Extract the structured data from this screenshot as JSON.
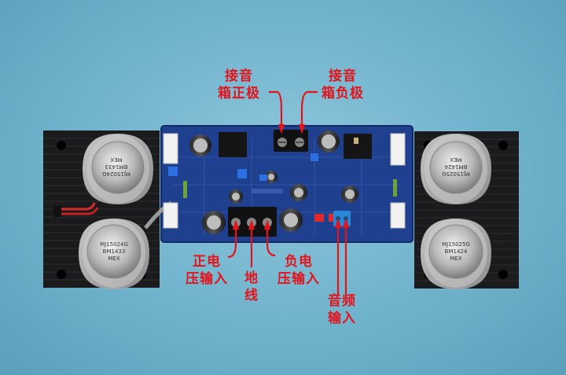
{
  "labels": {
    "speaker_positive": [
      "接音",
      "箱正极"
    ],
    "speaker_negative": [
      "接音",
      "箱负极"
    ],
    "positive_voltage_input": [
      "正电",
      "压输入"
    ],
    "ground": [
      "地",
      "线"
    ],
    "negative_voltage_input": [
      "负电",
      "压输入"
    ],
    "audio_input": [
      "音频",
      "输入"
    ]
  },
  "transistors": {
    "top_left": [
      "MJ15024G",
      "BM1433",
      "MEX"
    ],
    "bottom_left": [
      "MJ15024G",
      "BM1433",
      "MEX"
    ],
    "top_right": [
      "MJ15025G",
      "BM1424",
      "MEX"
    ],
    "bottom_right": [
      "MJ15025G",
      "BM1424",
      "MEX"
    ]
  },
  "colors": {
    "label_red": "#e3141b",
    "pcb_blue": "#1f3f8f",
    "heatsink_black": "#1b1b1d",
    "background": "#7dbbd3"
  }
}
